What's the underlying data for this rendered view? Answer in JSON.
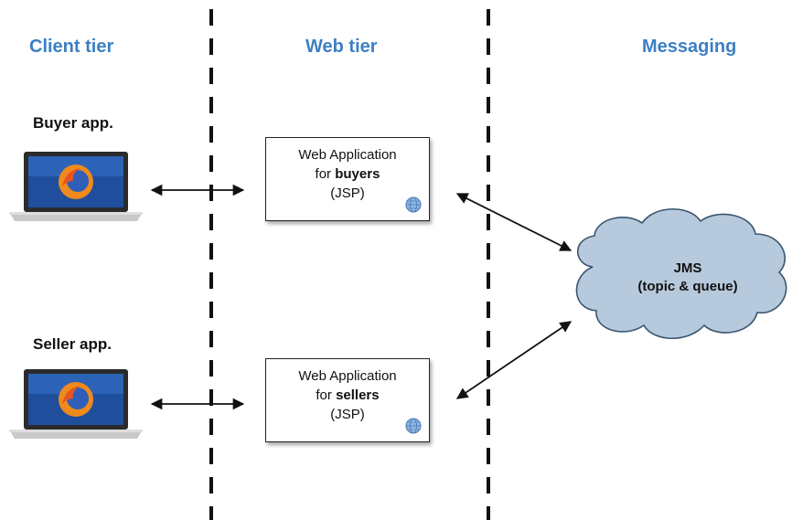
{
  "tiers": {
    "client": "Client tier",
    "web": "Web tier",
    "messaging": "Messaging"
  },
  "apps": {
    "buyer_label": "Buyer app.",
    "seller_label": "Seller app."
  },
  "webapps": {
    "buyers": {
      "line1": "Web Application",
      "line2_prefix": "for ",
      "line2_bold": "buyers",
      "line3": "(JSP)"
    },
    "sellers": {
      "line1": "Web Application",
      "line2_prefix": "for ",
      "line2_bold": "sellers",
      "line3": "(JSP)"
    }
  },
  "jms": {
    "line1": "JMS",
    "line2": "(topic & queue)"
  },
  "colors": {
    "tier_heading": "#3d7fc4",
    "cloud_fill": "#b7c9dc",
    "cloud_stroke": "#3a5670"
  }
}
